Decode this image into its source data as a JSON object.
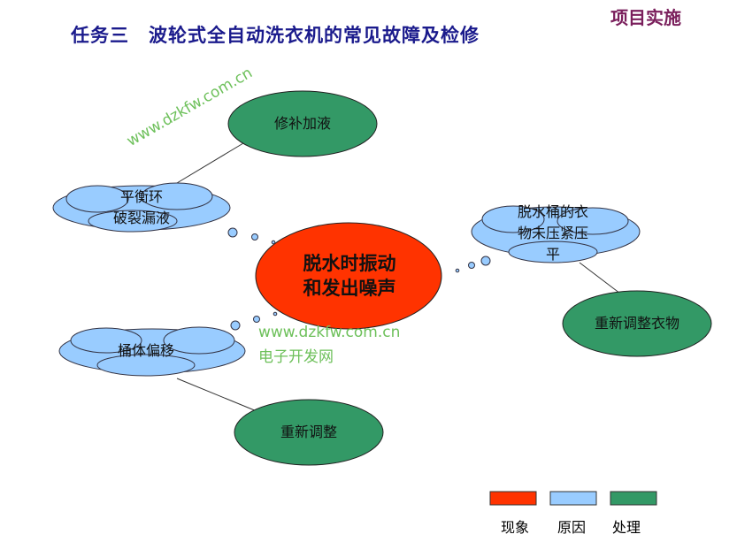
{
  "title": "任务三　波轮式全自动洗衣机的常见故障及检修",
  "corner": "项目实施",
  "center": {
    "line1": "脱水时振动",
    "line2": "和发出噪声"
  },
  "causes": [
    {
      "line1": "平衡环",
      "line2": "破裂漏液",
      "fix": "修补加液"
    },
    {
      "line1": "脱水桶的衣",
      "line2": "物未压紧压",
      "line3": "平",
      "fix": "重新调整衣物"
    },
    {
      "line1": "桶体偏移",
      "fix": "重新调整"
    }
  ],
  "watermark": {
    "url": "www.dzkfw.com.cn",
    "name": "电子开发网"
  },
  "legend": [
    {
      "label": "现象",
      "color": "#ff3300"
    },
    {
      "label": "原因",
      "color": "#99ccff"
    },
    {
      "label": "处理",
      "color": "#339966"
    }
  ]
}
